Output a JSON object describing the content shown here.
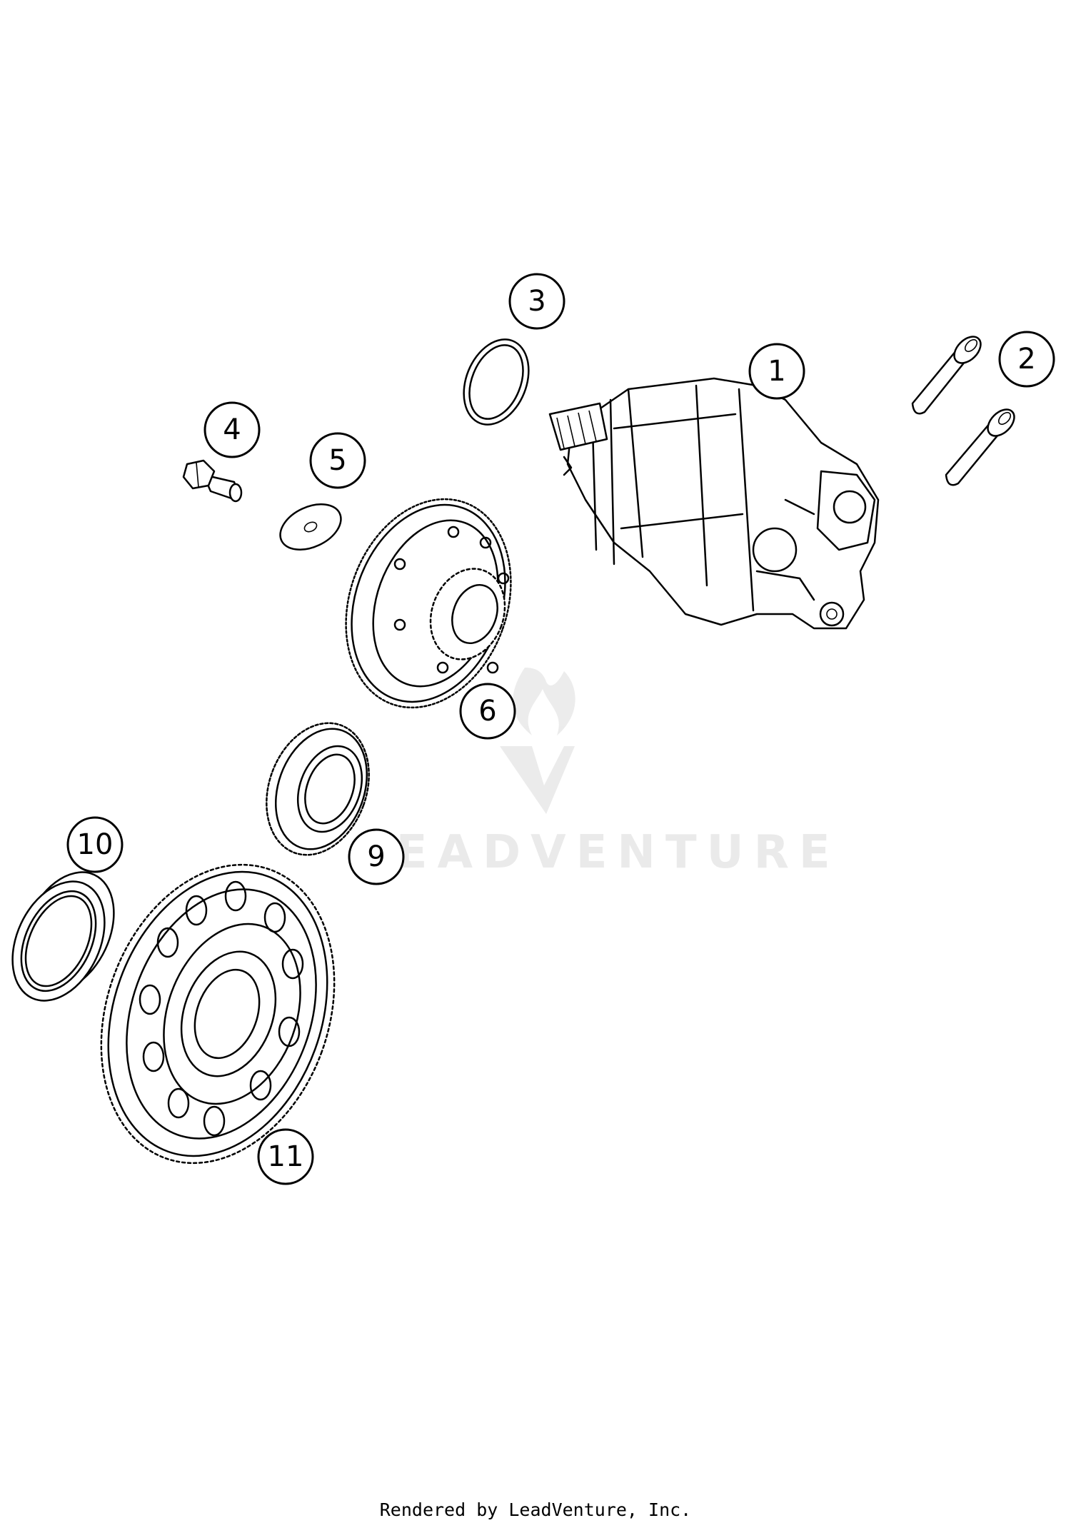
{
  "callouts": [
    {
      "id": "1",
      "label": "1"
    },
    {
      "id": "2",
      "label": "2"
    },
    {
      "id": "3",
      "label": "3"
    },
    {
      "id": "4",
      "label": "4"
    },
    {
      "id": "5",
      "label": "5"
    },
    {
      "id": "6",
      "label": "6"
    },
    {
      "id": "9",
      "label": "9"
    },
    {
      "id": "10",
      "label": "10"
    },
    {
      "id": "11",
      "label": "11"
    }
  ],
  "watermark": {
    "text": "LEADVENTURE",
    "color": "#d9d9d9"
  },
  "footer": {
    "text": "Rendered by LeadVenture, Inc."
  },
  "colors": {
    "line": "#000000",
    "background": "#ffffff"
  }
}
